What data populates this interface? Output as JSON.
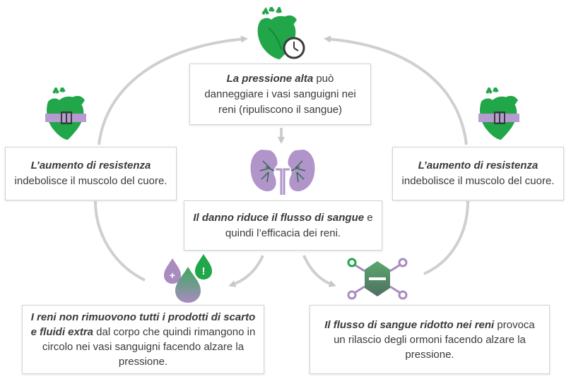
{
  "colors": {
    "green": "#21a649",
    "purple": "#a98bc0",
    "arrow": "#c8c8c8",
    "text": "#3a3a3a"
  },
  "boxes": {
    "top": {
      "em": "La pressione alta",
      "text": " può danneggiare i vasi sanguigni nei reni (ripuliscono il sangue)"
    },
    "left": {
      "em": "L’aumento di resistenza",
      "text": " indebolisce il muscolo del cuore."
    },
    "right": {
      "em": "L’aumento di resistenza",
      "text": " indebolisce il muscolo del cuore."
    },
    "center": {
      "em": "Il danno riduce il flusso di sangue",
      "text": " e quindi l’efficacia dei reni."
    },
    "bottom_left": {
      "em": "I reni non rimuovono tutti i prodotti di scarto e fluidi extra",
      "text": " dal corpo che quindi rimangono in circolo nei vasi sanguigni facendo alzare la pressione."
    },
    "bottom_right": {
      "em": "Il flusso di sangue ridotto nei reni",
      "text": " provoca un rilascio degli ormoni facendo alzare la pressione."
    }
  },
  "icons": {
    "top": "heart-with-gauge-icon",
    "left": "heart-with-belt-icon",
    "right": "heart-with-belt-icon",
    "center": "kidneys-icon",
    "bottom_left": "fluid-drops-icon",
    "bottom_right": "hormone-molecule-icon"
  },
  "drop_symbols": {
    "plus": "+",
    "exclaim": "!"
  }
}
